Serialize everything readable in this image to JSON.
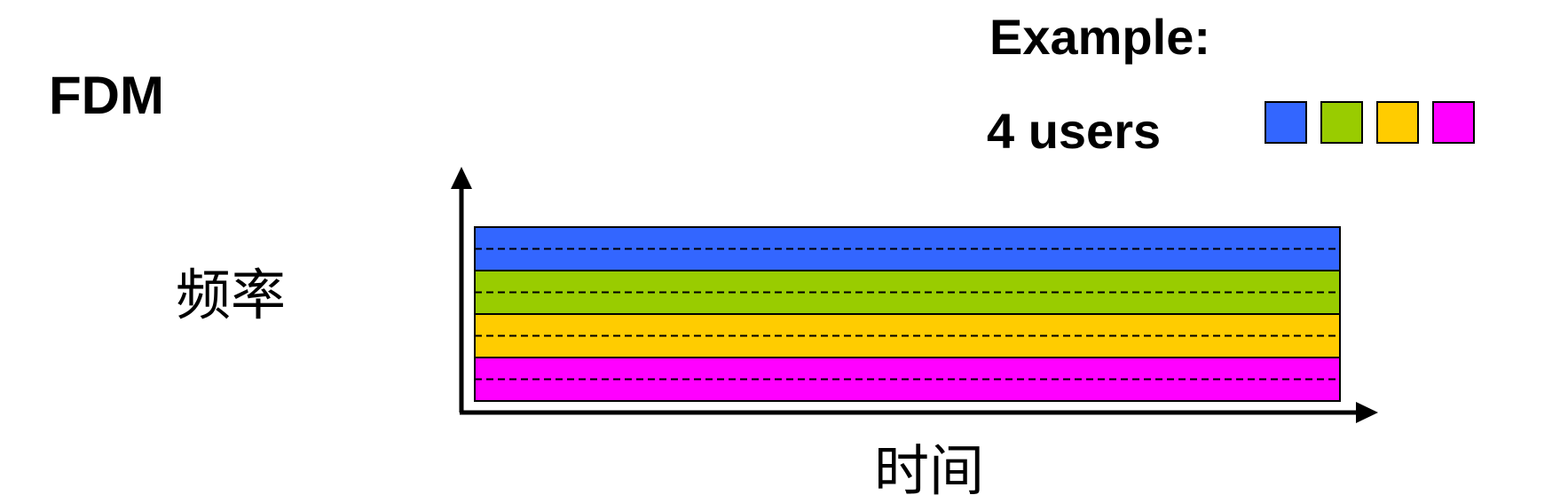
{
  "title": "FDM",
  "example": {
    "heading": "Example:",
    "users_label": "4 users"
  },
  "axes": {
    "y_label": "频率",
    "x_label": "时间"
  },
  "colors": {
    "user1": "#3366FF",
    "user2": "#99CC00",
    "user3": "#FFCC00",
    "user4": "#FF00FF"
  },
  "bands": [
    {
      "user": "user1",
      "color": "#3366FF"
    },
    {
      "user": "user2",
      "color": "#99CC00"
    },
    {
      "user": "user3",
      "color": "#FFCC00"
    },
    {
      "user": "user4",
      "color": "#FF00FF"
    }
  ]
}
